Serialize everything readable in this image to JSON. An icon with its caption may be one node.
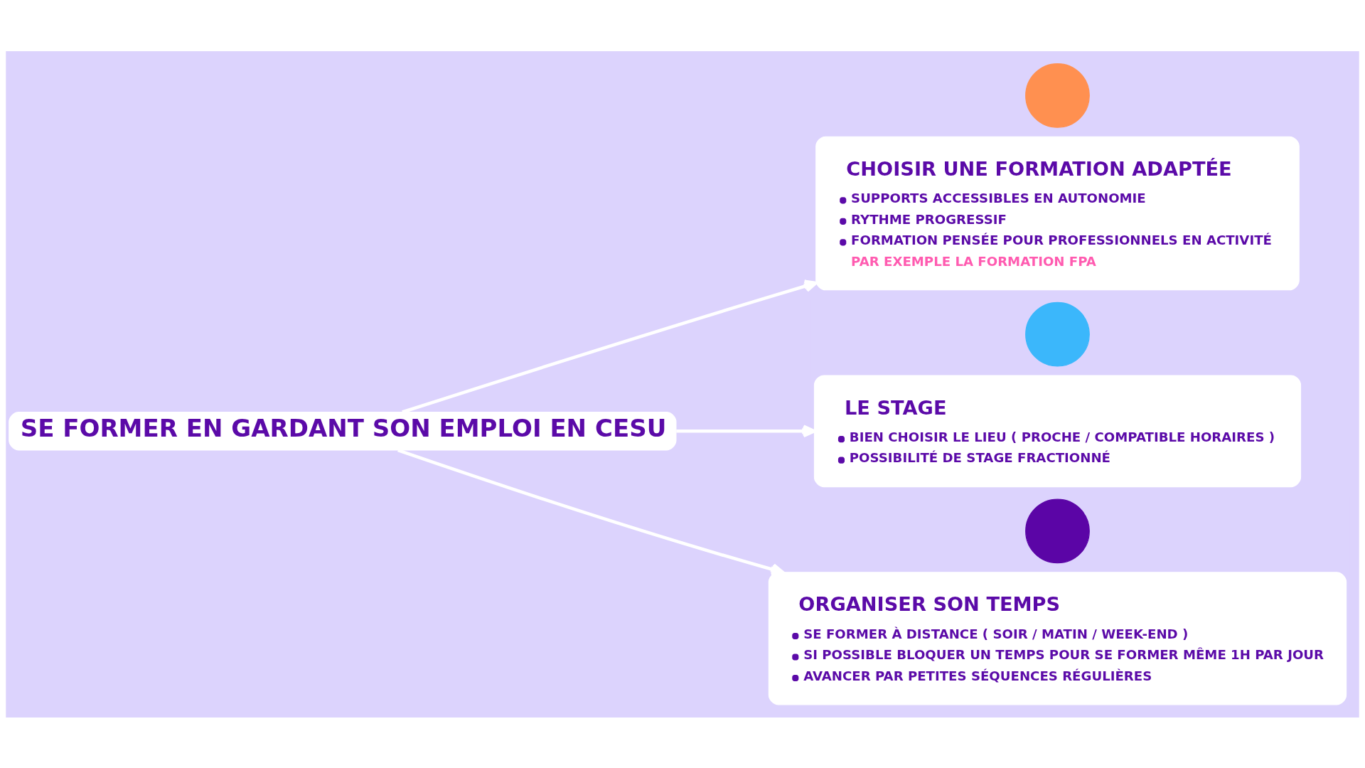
{
  "diagram": {
    "nodes": [
      {
        "text": [
          "SE FORMER EN GARDANT SON EMPLOI EN CESU"
        ]
      },
      {
        "text": [],
        "shape": "circle"
      },
      {
        "text": [
          "CHOISIR UNE FORMATION ADAPTÉE",
          "SUPPORTS ACCESSIBLES EN AUTONOMIE",
          "RYTHME PROGRESSIF",
          "FORMATION PENSÉE POUR PROFESSIONNELS EN ACTIVITÉ",
          "PAR EXEMPLE LA FORMATION FPA"
        ]
      },
      {
        "text": [],
        "shape": "circle"
      },
      {
        "text": [
          "LE STAGE",
          "BIEN CHOISIR LE LIEU ( PROCHE / COMPATIBLE HORAIRES )",
          "POSSIBILITÉ DE STAGE FRACTIONNÉ"
        ]
      },
      {
        "text": [],
        "shape": "circle"
      },
      {
        "text": [
          "ORGANISER SON TEMPS",
          "SE FORMER À DISTANCE ( SOIR / MATIN / WEEK-END )",
          "SI POSSIBLE BLOQUER UN TEMPS POUR SE FORMER MÊME 1H PAR JOUR",
          "AVANCER PAR PETITES SÉQUENCES RÉGULIÈRES"
        ]
      }
    ],
    "edges": [
      {
        "from": 0,
        "to": 2,
        "arrow": "to"
      },
      {
        "from": 0,
        "to": 4,
        "arrow": "to"
      },
      {
        "from": 0,
        "to": 6,
        "arrow": "to"
      }
    ]
  }
}
